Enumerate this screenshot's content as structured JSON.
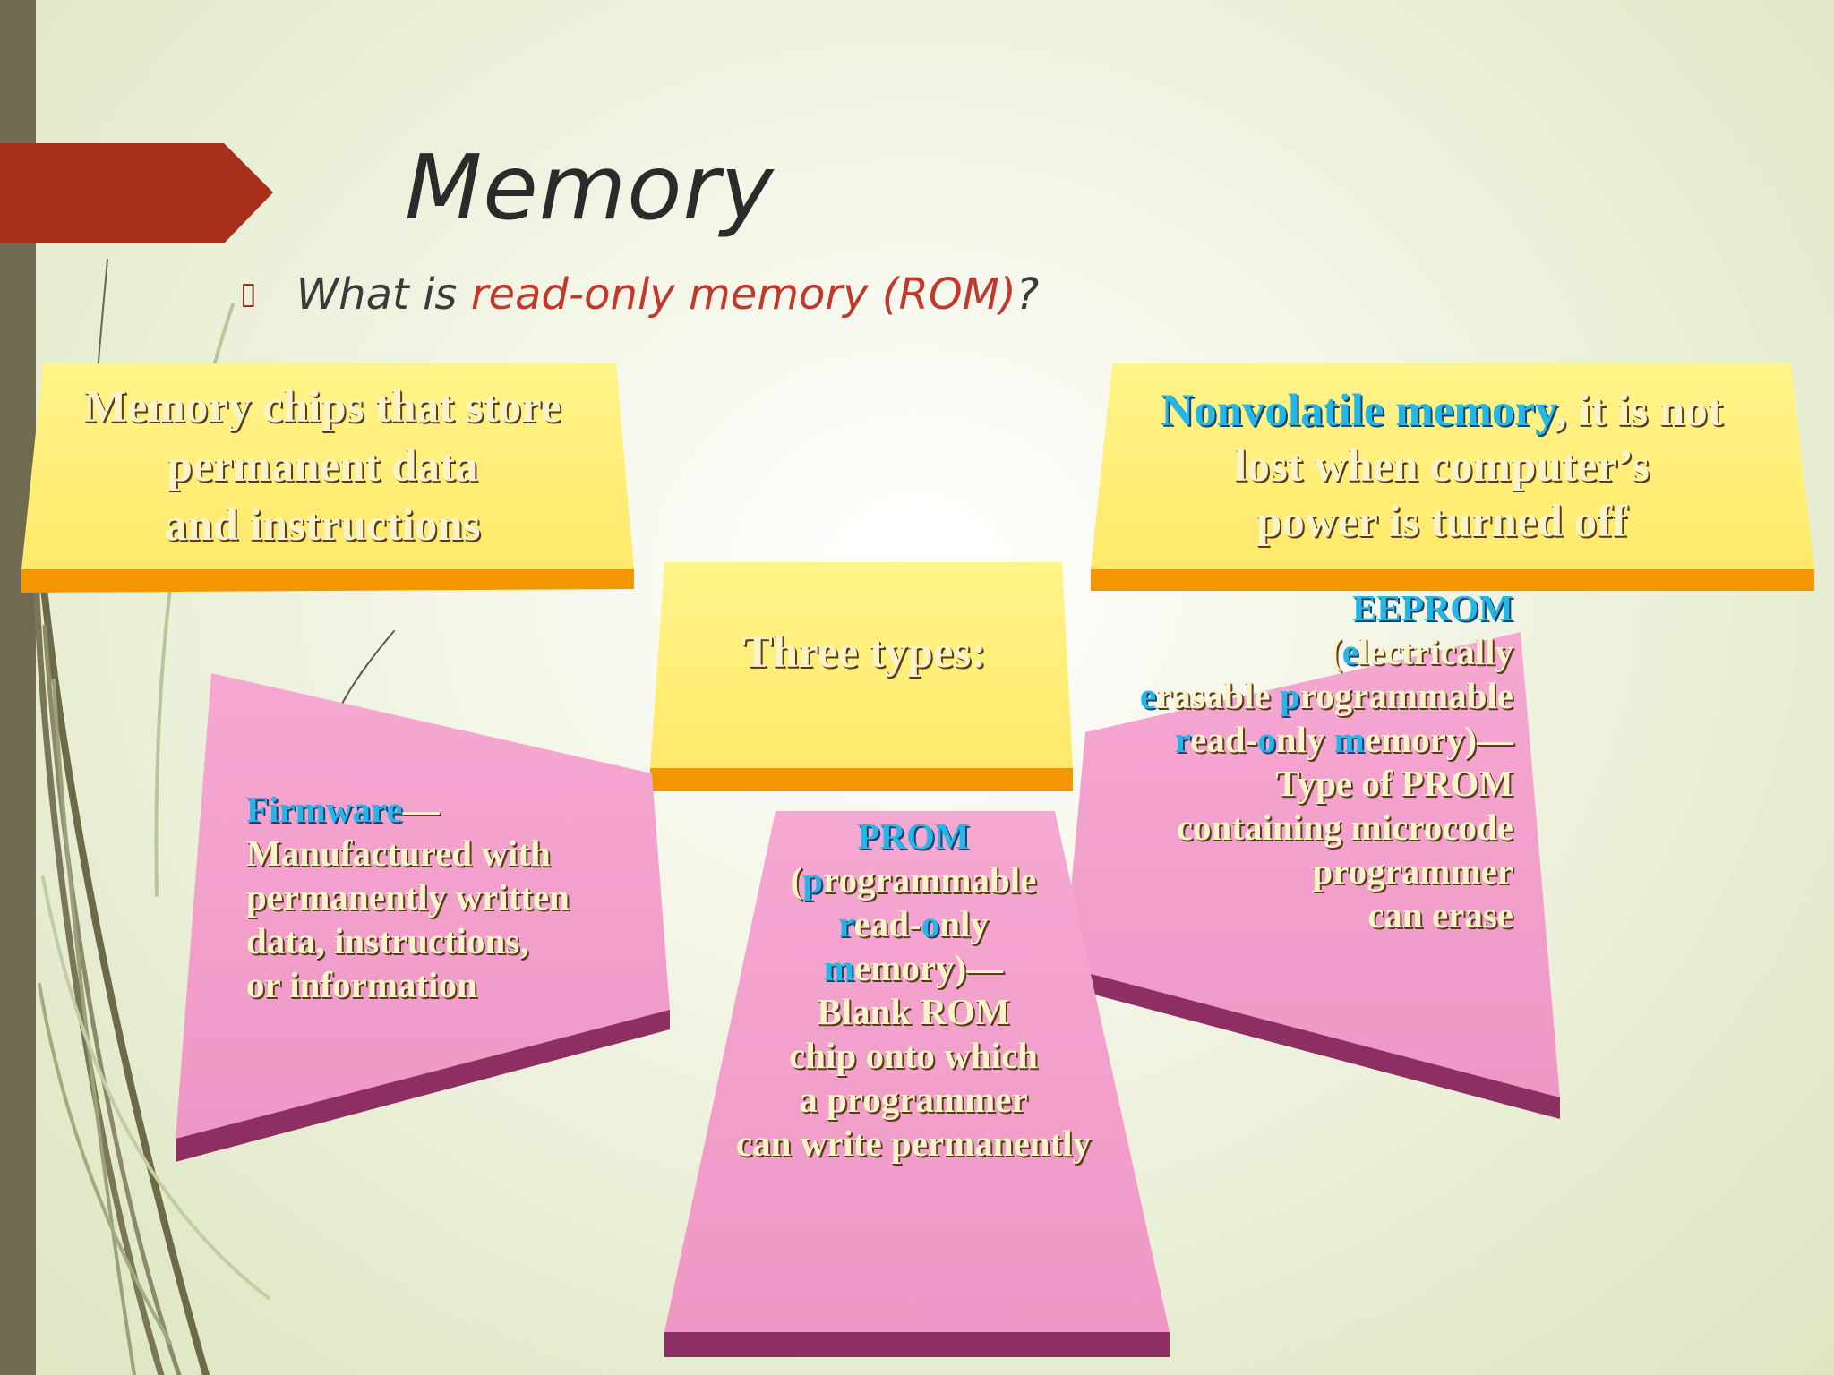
{
  "slide": {
    "title": "Memory",
    "bullet": {
      "prefix": "What is ",
      "highlight": "read-only memory (ROM)",
      "suffix": "?"
    }
  },
  "boxes": {
    "top_left": {
      "lines": [
        "Memory chips that store",
        "permanent data",
        "and instructions"
      ]
    },
    "top_right": {
      "highlight": "Nonvolatile memory",
      "rest_line1": ", it is not",
      "line2": "lost when computer’s",
      "line3": "power is turned off"
    },
    "center": {
      "text": "Three types:"
    },
    "firmware": {
      "term": "Firmware",
      "dash": "—",
      "lines": [
        "Manufactured with",
        "permanently written",
        "data, instructions,",
        "or information"
      ]
    },
    "prom": {
      "term": "PROM",
      "l1_open": "(",
      "l1_letter": "p",
      "l1_rest": "rogrammable",
      "l2_letter1": "r",
      "l2_mid": "ead-",
      "l2_letter2": "o",
      "l2_rest": "nly",
      "l3_letter": "m",
      "l3_rest": "emory)—",
      "lines": [
        "Blank ROM",
        "chip onto which",
        "a programmer",
        "can write permanently"
      ]
    },
    "eeprom": {
      "term": "EEPROM",
      "l1_open": "(",
      "l1_letter": "e",
      "l1_rest": "lectrically",
      "l2_letter1": "e",
      "l2_mid": "rasable ",
      "l2_letter2": "p",
      "l2_rest": "rogrammable",
      "l3_letter1": "r",
      "l3_mid1": "ead-",
      "l3_letter2": "o",
      "l3_mid2": "nly ",
      "l3_letter3": "m",
      "l3_rest": "emory)—",
      "lines": [
        "Type of PROM",
        "containing microcode",
        "programmer",
        "can erase"
      ]
    }
  },
  "colors": {
    "accent_bar": "#a8301a",
    "sidebar": "#6f6a50",
    "yellow_face": "#fff07a",
    "yellow_edge": "#f39600",
    "pink_face": "#f29fcc",
    "pink_edge": "#8e2f63",
    "term_blue": "#22b7e8",
    "bullet_red": "#c0392b"
  }
}
